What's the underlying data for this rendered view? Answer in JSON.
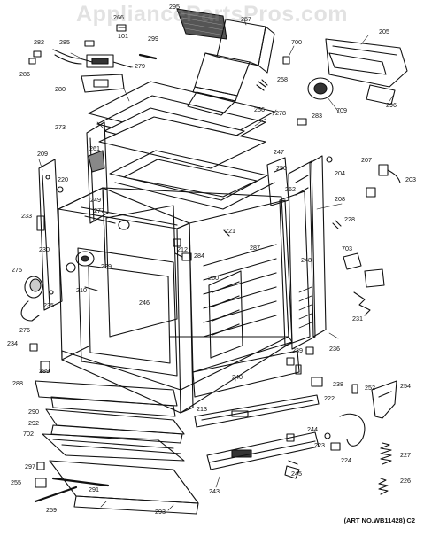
{
  "watermark": "AppliancePartsPros.com",
  "art_number": "(ART NO.WB11428) C2",
  "line_color": "#111111",
  "parts": [
    "295",
    "266",
    "257",
    "282",
    "285",
    "101",
    "299",
    "700",
    "205",
    "286",
    "279",
    "258",
    "280",
    "709",
    "296",
    "273",
    "256",
    "278",
    "283",
    "247",
    "261",
    "250",
    "262",
    "204",
    "207",
    "209",
    "203",
    "220",
    "249",
    "277",
    "208",
    "228",
    "233",
    "221",
    "212",
    "284",
    "287",
    "230",
    "229",
    "703",
    "275",
    "210",
    "246",
    "260",
    "248",
    "235",
    "276",
    "231",
    "234",
    "236",
    "289",
    "239",
    "238",
    "288",
    "240",
    "252",
    "254",
    "222",
    "213",
    "290",
    "292",
    "244",
    "702",
    "223",
    "224",
    "227",
    "297",
    "245",
    "255",
    "291",
    "243",
    "259",
    "293",
    "226",
    "205"
  ]
}
